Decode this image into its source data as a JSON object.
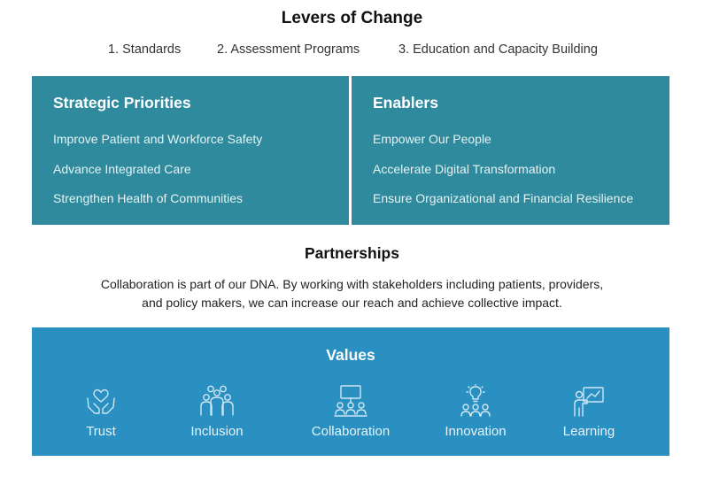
{
  "title": "Levers of Change",
  "levers": [
    "1. Standards",
    "2. Assessment Programs",
    "3. Education and Capacity Building"
  ],
  "strategic_priorities": {
    "heading": "Strategic Priorities",
    "items": [
      "Improve Patient and Workforce Safety",
      "Advance Integrated Care",
      "Strengthen Health of Communities"
    ]
  },
  "enablers": {
    "heading": "Enablers",
    "items": [
      "Empower Our People",
      "Accelerate Digital Transformation",
      "Ensure Organizational and Financial Resilience"
    ]
  },
  "partnerships": {
    "heading": "Partnerships",
    "line1": "Collaboration is part of our DNA. By working with stakeholders including patients, providers,",
    "line2": "and policy makers, we can increase our reach and achieve collective impact."
  },
  "values": {
    "heading": "Values",
    "items": [
      {
        "label": "Trust",
        "icon": "heart-hands-icon"
      },
      {
        "label": "Inclusion",
        "icon": "group-people-icon"
      },
      {
        "label": "Collaboration",
        "icon": "meeting-board-icon"
      },
      {
        "label": "Innovation",
        "icon": "lightbulb-people-icon"
      },
      {
        "label": "Learning",
        "icon": "presenter-board-icon"
      }
    ]
  },
  "colors": {
    "priorities_bg": "#2e8a9c",
    "values_bg": "#2a8fc1",
    "text_dark": "#111111"
  }
}
